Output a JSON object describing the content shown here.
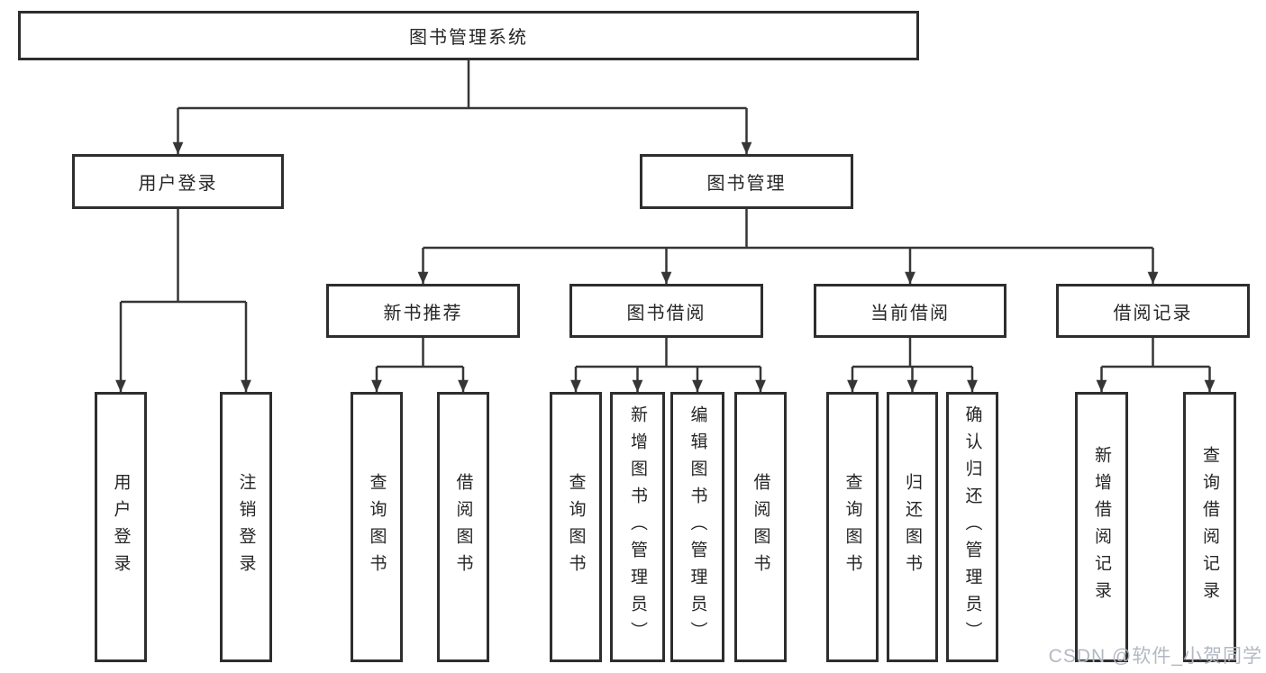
{
  "diagram": {
    "type": "hierarchy-flowchart",
    "watermark": "CSDN @软件_小贺同学",
    "colors": {
      "background": "#ffffff",
      "line": "#363636",
      "box_border": "#2e2e2e",
      "text": "#262626",
      "watermark": "#b4b8c2"
    },
    "nodes": {
      "root": "图书管理系统",
      "level2": [
        "用户登录",
        "图书管理"
      ],
      "level3": [
        "新书推荐",
        "图书借阅",
        "当前借阅",
        "借阅记录"
      ],
      "leaves_user_login": [
        "用户登录",
        "注销登录"
      ],
      "leaves_new_book": [
        "查询图书",
        "借阅图书"
      ],
      "leaves_book_borrow": [
        "查询图书",
        "新增图书（管理员）",
        "编辑图书（管理员）",
        "借阅图书"
      ],
      "leaves_current_borrow": [
        "查询图书",
        "归还图书",
        "确认归还（管理员）"
      ],
      "leaves_borrow_record": [
        "新增借阅记录",
        "查询借阅记录"
      ]
    },
    "edges": [
      "图书管理系统 -> 用户登录",
      "图书管理系统 -> 图书管理",
      "用户登录 -> 用户登录",
      "用户登录 -> 注销登录",
      "图书管理 -> 新书推荐",
      "图书管理 -> 图书借阅",
      "图书管理 -> 当前借阅",
      "图书管理 -> 借阅记录",
      "新书推荐 -> 查询图书",
      "新书推荐 -> 借阅图书",
      "图书借阅 -> 查询图书",
      "图书借阅 -> 新增图书（管理员）",
      "图书借阅 -> 编辑图书（管理员）",
      "图书借阅 -> 借阅图书",
      "当前借阅 -> 查询图书",
      "当前借阅 -> 归还图书",
      "当前借阅 -> 确认归还（管理员）",
      "借阅记录 -> 新增借阅记录",
      "借阅记录 -> 查询借阅记录"
    ]
  }
}
